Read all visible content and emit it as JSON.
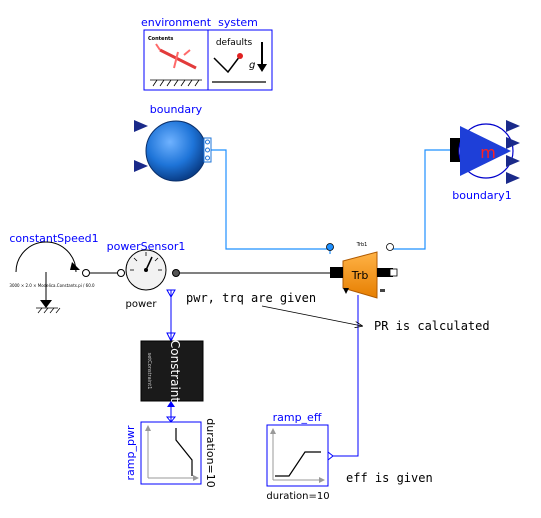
{
  "environment": {
    "label": "environment",
    "contents": "Contents"
  },
  "system": {
    "label": "system",
    "defaults": "defaults",
    "g": "g"
  },
  "boundary": {
    "label": "boundary"
  },
  "boundary1": {
    "label": "boundary1",
    "symbol": "m"
  },
  "constantSpeed": {
    "label": "constantSpeed1",
    "formula": "3000 × 2.0 × Modelica.Constants.pi / 60.0"
  },
  "powerSensor": {
    "label": "powerSensor1",
    "sublabel": "power"
  },
  "turbine": {
    "label": "Trb",
    "instance": "Trb1"
  },
  "constraint": {
    "label": "Constraint",
    "instance": "setConstraint1"
  },
  "ramp_pwr": {
    "label": "ramp_pwr",
    "duration": "duration=10"
  },
  "ramp_eff": {
    "label": "ramp_eff",
    "duration": "duration=10"
  },
  "notes": {
    "pwr_trq": "pwr, trq are given",
    "pr": "PR is calculated",
    "eff": "eff is given"
  },
  "colors": {
    "component_label": "#0000ff",
    "fluid_connection": "#1e90ff",
    "signal_connection": "#0000ff",
    "boundary_sphere": "#1e74d8",
    "turbine": "#f7941d",
    "constraint_box": "#1a1a1a"
  }
}
